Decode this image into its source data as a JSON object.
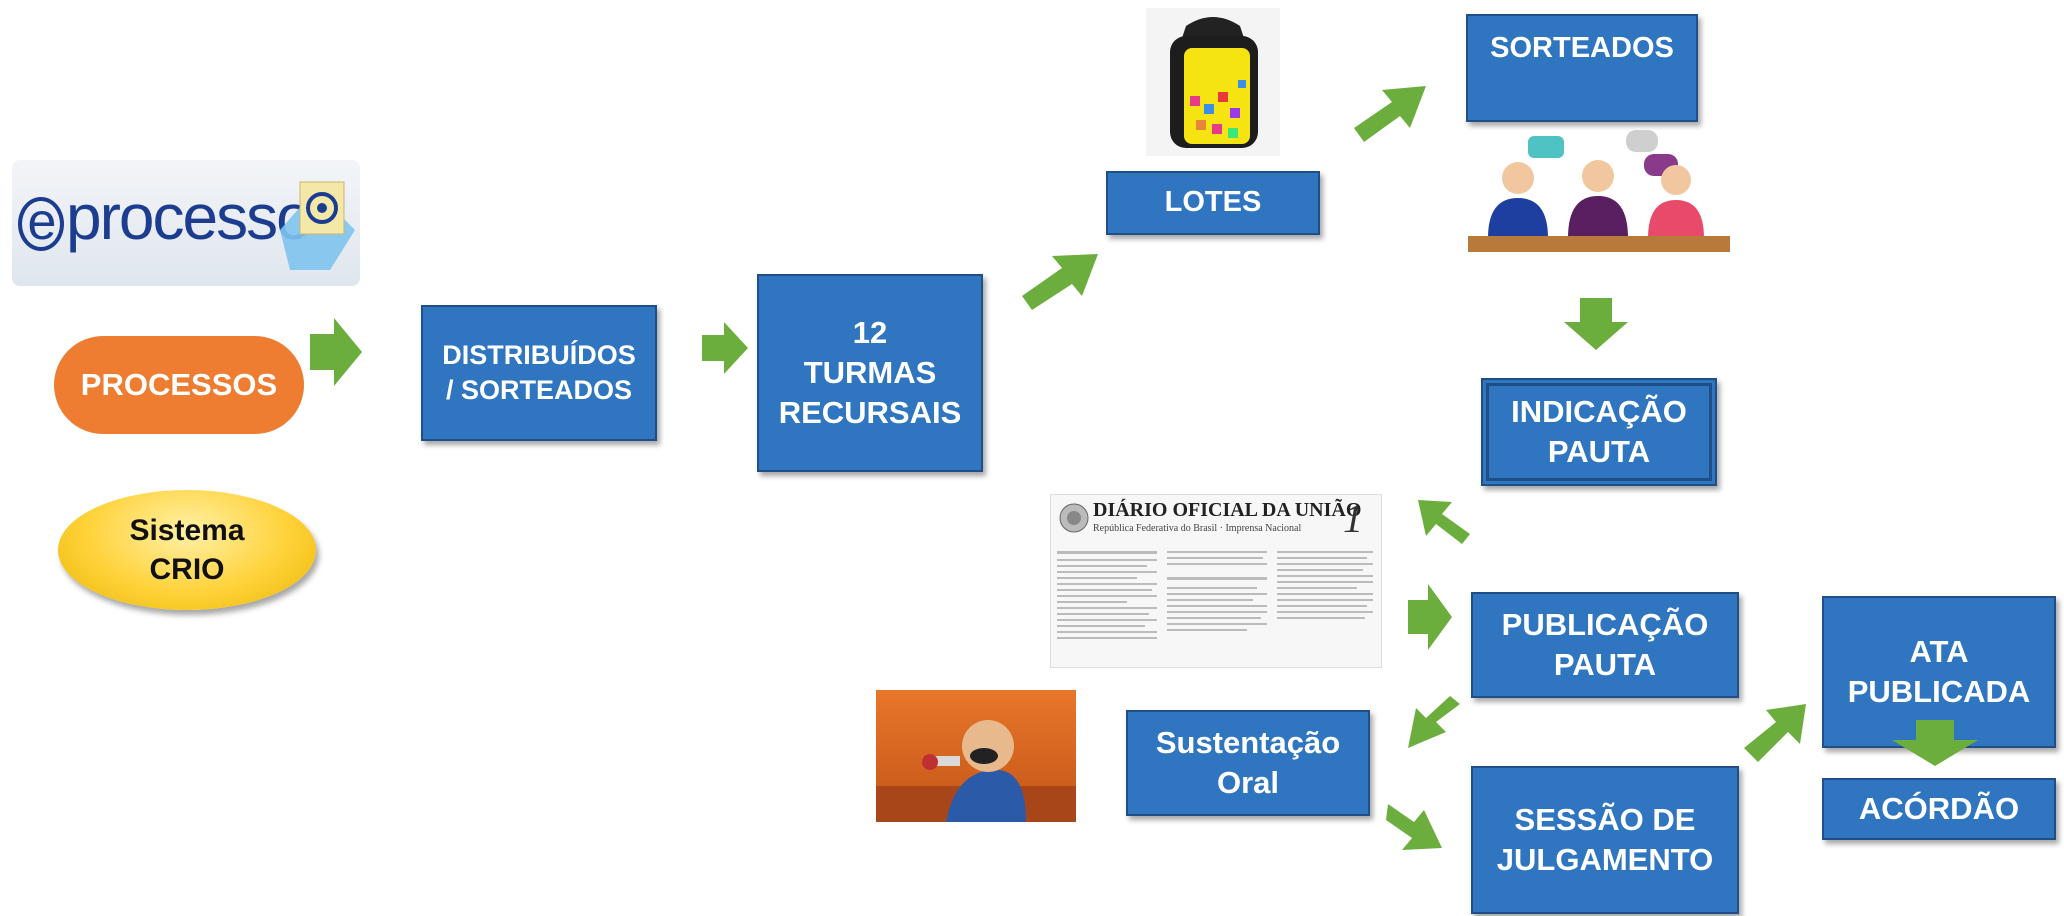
{
  "logo": {
    "text_e": "e",
    "text": "processo"
  },
  "processos": {
    "label": "PROCESSOS"
  },
  "crio": {
    "line1": "Sistema",
    "line2": "CRIO"
  },
  "distribuidos": {
    "line1": "DISTRIBUÍDOS",
    "line2": "/ SORTEADOS"
  },
  "turmas": {
    "line1": "12",
    "line2": "TURMAS",
    "line3": "RECURSAIS"
  },
  "lotes": {
    "label": "LOTES"
  },
  "sorteados": {
    "label": "SORTEADOS"
  },
  "indicacao": {
    "line1": "INDICAÇÃO",
    "line2": "PAUTA"
  },
  "publicacao": {
    "line1": "PUBLICAÇÃO",
    "line2": "PAUTA"
  },
  "ata": {
    "line1": "ATA",
    "line2": "PUBLICADA"
  },
  "acordao": {
    "label": "ACÓRDÃO"
  },
  "sustentacao": {
    "line1": "Sustentação",
    "line2": "Oral"
  },
  "sessao": {
    "line1": "SESSÃO DE",
    "line2": "JULGAMENTO"
  },
  "diario": {
    "title": "DIÁRIO OFICIAL DA UNIÃO",
    "subtitle": "República Federativa do Brasil · Imprensa Nacional",
    "number": "1"
  },
  "colors": {
    "box": "#2f75c0",
    "arrow": "#6cae3e",
    "orange": "#ee7d31",
    "yellow": "#ffd23a"
  }
}
